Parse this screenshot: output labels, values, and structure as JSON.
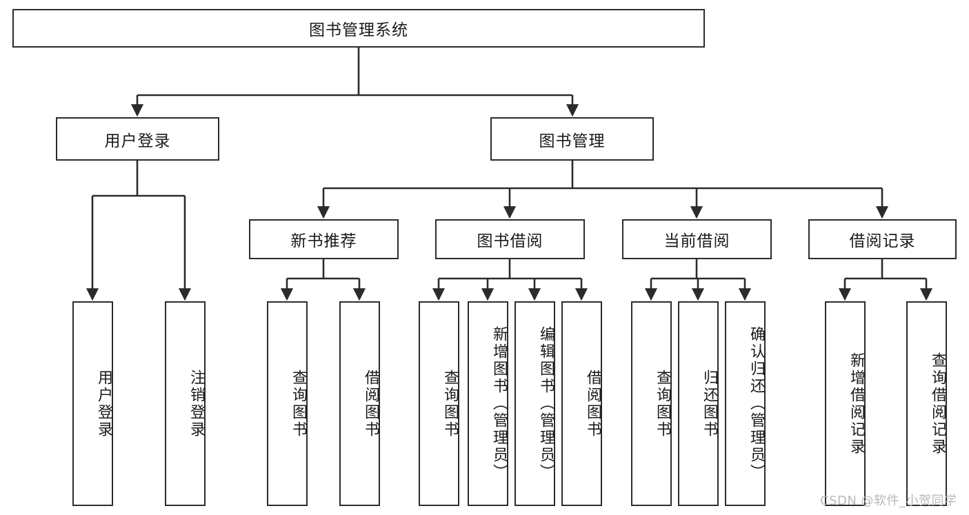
{
  "diagram": {
    "type": "tree-hierarchy",
    "title": "图书管理系统",
    "orientation": "top-down",
    "root": {
      "id": "root",
      "label": "图书管理系统",
      "level": 0
    },
    "level2": [
      {
        "id": "user-login",
        "label": "用户登录"
      },
      {
        "id": "book-manage",
        "label": "图书管理"
      }
    ],
    "level3": [
      {
        "id": "new-book-recommend",
        "label": "新书推荐",
        "parent": "book-manage"
      },
      {
        "id": "book-borrow",
        "label": "图书借阅",
        "parent": "book-manage"
      },
      {
        "id": "current-borrow",
        "label": "当前借阅",
        "parent": "book-manage"
      },
      {
        "id": "borrow-record",
        "label": "借阅记录",
        "parent": "book-manage"
      }
    ],
    "leaves": [
      {
        "id": "leaf-user-login",
        "label": "用户登录",
        "parent": "user-login"
      },
      {
        "id": "leaf-logout-login",
        "label": "注销登录",
        "parent": "user-login"
      },
      {
        "id": "leaf-query-book-1",
        "label": "查询图书",
        "parent": "new-book-recommend"
      },
      {
        "id": "leaf-borrow-book-1",
        "label": "借阅图书",
        "parent": "new-book-recommend"
      },
      {
        "id": "leaf-query-book-2",
        "label": "查询图书",
        "parent": "book-borrow"
      },
      {
        "id": "leaf-add-book",
        "label": "新增图书（管理员）",
        "parent": "book-borrow"
      },
      {
        "id": "leaf-edit-book",
        "label": "编辑图书（管理员）",
        "parent": "book-borrow"
      },
      {
        "id": "leaf-borrow-book-2",
        "label": "借阅图书",
        "parent": "book-borrow"
      },
      {
        "id": "leaf-query-book-3",
        "label": "查询图书",
        "parent": "current-borrow"
      },
      {
        "id": "leaf-return-book",
        "label": "归还图书",
        "parent": "current-borrow"
      },
      {
        "id": "leaf-confirm-return",
        "label": "确认归还（管理员）",
        "parent": "current-borrow"
      },
      {
        "id": "leaf-add-record",
        "label": "新增借阅记录",
        "parent": "borrow-record"
      },
      {
        "id": "leaf-query-record",
        "label": "查询借阅记录",
        "parent": "borrow-record"
      }
    ],
    "colors": {
      "stroke": "#2b2b2b",
      "fill": "#ffffff",
      "text": "#1a1a1a",
      "watermark": "#b9b9b9"
    }
  },
  "watermark": {
    "text": "CSDN @软件_小贺同学"
  }
}
